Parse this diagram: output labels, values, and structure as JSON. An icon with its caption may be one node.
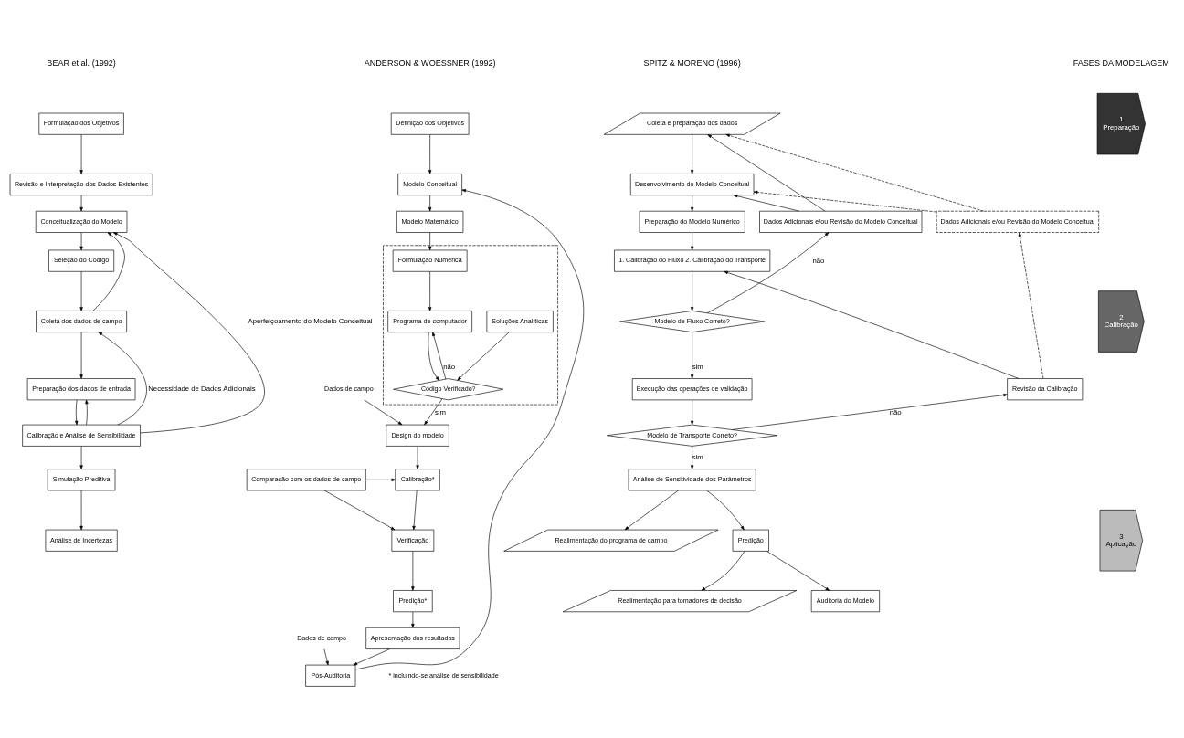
{
  "diagram": {
    "nodes": [
      {
        "text": [
          "Formulação dos Objetivos"
        ]
      },
      {
        "text": [
          "Revisão e Interpretação dos Dados Existentes"
        ]
      },
      {
        "text": [
          "Conceitualização do Modelo"
        ]
      },
      {
        "text": [
          "Seleção do Código"
        ]
      },
      {
        "text": [
          "Coleta dos dados de campo"
        ]
      },
      {
        "text": [
          "Preparação dos dados de entrada"
        ]
      },
      {
        "text": [
          "Calibração e Análise de Sensibilidade"
        ]
      },
      {
        "text": [
          "Simulação Preditiva"
        ]
      },
      {
        "text": [
          "Análise de Incertezas"
        ]
      },
      {
        "text": [
          "Definição dos Objetivos"
        ]
      },
      {
        "text": [
          "Modelo Conceitual"
        ]
      },
      {
        "text": [
          "Modelo Matemático"
        ]
      },
      {
        "text": [],
        "shape": "box"
      },
      {
        "text": [
          "Soluções Analíticas"
        ],
        "in": 12
      },
      {
        "text": [
          "Formulação Numérica"
        ],
        "in": 12
      },
      {
        "text": [
          "Programa de computador"
        ],
        "in": 12
      },
      {
        "text": [
          "Código Verificado?"
        ],
        "in": 12
      },
      {
        "text": [
          "Dados de campo"
        ]
      },
      {
        "text": [
          "Design do modelo"
        ]
      },
      {
        "text": [
          "Comparação com os dados de campo"
        ]
      },
      {
        "text": [
          "Calibração*"
        ]
      },
      {
        "text": [
          "Verificação"
        ]
      },
      {
        "text": [
          "Predição*"
        ]
      },
      {
        "text": [
          "Apresentação dos resultados"
        ]
      },
      {
        "text": [
          "Dados de campo"
        ]
      },
      {
        "text": [
          "Pós-Auditoria"
        ]
      },
      {
        "text": [
          "Coleta e preparação dos dados"
        ]
      },
      {
        "text": [
          "Desenvolvimento do Modelo Conceitual"
        ]
      },
      {
        "text": [
          "Dados Adicionais e/ou Revisão do Modelo Conceitual"
        ]
      },
      {
        "text": [
          "Preparação do Modelo Numérico"
        ]
      },
      {
        "text": [
          "Dados Adicionais e/ou Revisão do Modelo Conceitual"
        ]
      },
      {
        "text": [
          "1. Calibração do Fluxo 2. Calibração do Transporte"
        ]
      },
      {
        "text": [
          "Modelo de Fluxo Correto?"
        ]
      },
      {
        "text": [
          "Execução das operações de validação"
        ]
      },
      {
        "text": [
          "Revisão da Calibração"
        ]
      },
      {
        "text": [
          "Modelo de Transporte Correto?"
        ]
      },
      {
        "text": [
          "Análise de Sensitividade dos Parâmetros"
        ]
      },
      {
        "text": [
          "Realimentação do programa de campo"
        ]
      },
      {
        "text": [
          "Predição"
        ]
      },
      {
        "text": [
          "Realimentação para tomadores de decisão"
        ]
      },
      {
        "text": [
          "Auditoria do Modelo"
        ]
      },
      {
        "text": [
          "1",
          "Preparação"
        ]
      },
      {
        "text": [
          "2",
          "Calibração"
        ]
      },
      {
        "text": [
          "3",
          "Aplicação"
        ]
      }
    ],
    "edges": [
      {
        "from": 0,
        "to": 1,
        "arrow": "to"
      },
      {
        "from": 1,
        "to": 2,
        "arrow": "to"
      },
      {
        "from": 2,
        "to": 3,
        "arrow": "to"
      },
      {
        "from": 3,
        "to": 4,
        "arrow": "to"
      },
      {
        "from": 4,
        "to": 5,
        "arrow": "to"
      },
      {
        "from": 5,
        "to": 6,
        "arrow": "to"
      },
      {
        "from": 6,
        "to": 5,
        "arrow": "to"
      },
      {
        "from": 6,
        "to": 7,
        "arrow": "to"
      },
      {
        "from": 7,
        "to": 8,
        "arrow": "to"
      },
      {
        "from": 6,
        "to": 4,
        "arrow": "to",
        "label": "Necessidade de Dados Adicionais"
      },
      {
        "from": 6,
        "to": 2,
        "arrow": "to",
        "label": "Aperfeiçoamento do Modelo Conceitual"
      },
      {
        "from": 4,
        "to": 2,
        "arrow": "to"
      },
      {
        "from": 9,
        "to": 10,
        "arrow": "to"
      },
      {
        "from": 10,
        "to": 11,
        "arrow": "to"
      },
      {
        "from": 11,
        "to": 14,
        "arrow": "to"
      },
      {
        "from": 14,
        "to": 15,
        "arrow": "to"
      },
      {
        "from": 15,
        "to": 16,
        "arrow": "to"
      },
      {
        "from": 16,
        "to": 15,
        "arrow": "to",
        "label": "não"
      },
      {
        "from": 13,
        "to": 16,
        "arrow": "to"
      },
      {
        "from": 16,
        "to": 18,
        "arrow": "to",
        "label": "sim"
      },
      {
        "from": 17,
        "to": 18,
        "arrow": "to"
      },
      {
        "from": 18,
        "to": 20,
        "arrow": "to"
      },
      {
        "from": 19,
        "to": 20,
        "arrow": "to"
      },
      {
        "from": 19,
        "to": 21,
        "arrow": "to"
      },
      {
        "from": 20,
        "to": 21,
        "arrow": "to"
      },
      {
        "from": 21,
        "to": 22,
        "arrow": "to"
      },
      {
        "from": 22,
        "to": 23,
        "arrow": "to"
      },
      {
        "from": 23,
        "to": 25,
        "arrow": "to"
      },
      {
        "from": 24,
        "to": 25,
        "arrow": "to"
      },
      {
        "from": 25,
        "to": 10,
        "arrow": "to"
      },
      {
        "from": 26,
        "to": 27,
        "arrow": "to"
      },
      {
        "from": 27,
        "to": 29,
        "arrow": "to"
      },
      {
        "from": 29,
        "to": 31,
        "arrow": "to"
      },
      {
        "from": 31,
        "to": 32,
        "arrow": "to"
      },
      {
        "from": 32,
        "to": 28,
        "arrow": "to",
        "label": "não"
      },
      {
        "from": 28,
        "to": 26,
        "arrow": "to"
      },
      {
        "from": 28,
        "to": 27,
        "arrow": "to"
      },
      {
        "from": 30,
        "to": 26,
        "arrow": "to",
        "style": "dashed"
      },
      {
        "from": 30,
        "to": 27,
        "arrow": "to",
        "style": "dashed"
      },
      {
        "from": 32,
        "to": 33,
        "arrow": "to",
        "label": "sim"
      },
      {
        "from": 33,
        "to": 35,
        "arrow": "to"
      },
      {
        "from": 35,
        "to": 34,
        "arrow": "to",
        "label": "não"
      },
      {
        "from": 34,
        "to": 31,
        "arrow": "to"
      },
      {
        "from": 34,
        "to": 30,
        "arrow": "to",
        "style": "dashed"
      },
      {
        "from": 35,
        "to": 36,
        "arrow": "to",
        "label": "sim"
      },
      {
        "from": 36,
        "to": 37,
        "arrow": "to"
      },
      {
        "from": 36,
        "to": 38,
        "arrow": "to"
      },
      {
        "from": 38,
        "to": 39,
        "arrow": "to"
      },
      {
        "from": 38,
        "to": 40,
        "arrow": "to"
      }
    ],
    "labels": [
      "BEAR et al. (1992)",
      "ANDERSON & WOESSNER (1992)",
      "SPITZ & MORENO (1996)",
      "FASES DA MODELAGEM",
      "* incluindo-se análise de sensibilidade"
    ]
  }
}
